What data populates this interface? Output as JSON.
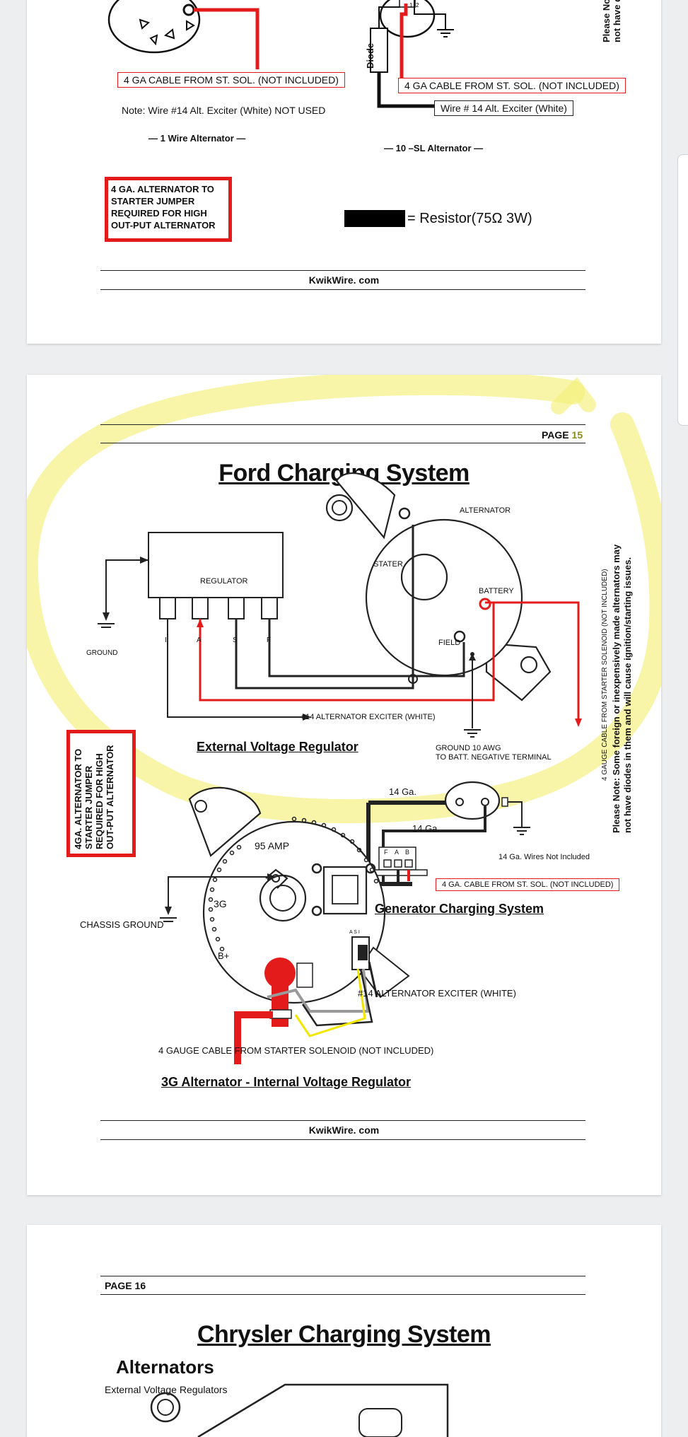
{
  "page14": {
    "alt1_cable_label": "4 GA CABLE FROM ST. SOL. (NOT INCLUDED)",
    "alt1_note": "Note: Wire #14 Alt. Exciter (White) NOT USED",
    "alt1_caption": "— 1 Wire Alternator —",
    "alt10_cable_label": "4 GA CABLE FROM ST. SOL. (NOT INCLUDED)",
    "alt10_exciter_label": "Wire # 14 Alt. Exciter (White)",
    "alt10_caption": "— 10 –SL Alternator —",
    "diode_label": "Diode",
    "terminal_labels": [
      "1",
      "2"
    ],
    "jumper_note": "4 GA. ALTERNATOR TO STARTER JUMPER REQUIRED FOR HIGH OUT-PUT ALTERNATOR",
    "resistor_label": "= Resistor(75Ω 3W)",
    "side_note_line1": "Please No",
    "side_note_line2": "not have d",
    "footer": "KwikWire. com"
  },
  "page15": {
    "page_label": "PAGE",
    "page_number": "15",
    "title": "Ford Charging System",
    "ext": {
      "alternator_label": "ALTERNATOR",
      "stater_label": "STATER",
      "battery_label": "BATTERY",
      "field_label": "FIELD",
      "regulator_label": "REGULATOR",
      "terminals": [
        "I",
        "A",
        "S",
        "F"
      ],
      "ground_label": "GROUND",
      "exciter_label": "#14 ALTERNATOR EXCITER (WHITE)",
      "ground10_line1": "GROUND 10 AWG",
      "ground10_line2": "TO BATT. NEGATIVE TERMINAL",
      "caption": "External Voltage Regulator",
      "vertical_cable_label": "4 GAUGE CABLE FROM STARTER SOLENOID (NOT INCLUDED)"
    },
    "side_note_line1": "Please Note: Some foreign or inexpensively made alternators may",
    "side_note_line2": "not have diodes in them and will cause ignition/starting issues.",
    "jumper_note": "4GA. ALTERNATOR TO STARTER JUMPER REQUIRED FOR HIGH OUT-PUT ALTERNATOR",
    "gen": {
      "wire1_label": "14 Ga.",
      "wire2_label": "14 Ga.",
      "terminals": [
        "F",
        "A",
        "B"
      ],
      "wires_note": "14 Ga. Wires Not Included",
      "cable_label": "4 GA. CABLE FROM ST. SOL. (NOT INCLUDED)",
      "caption": "Generator Charging System"
    },
    "g3": {
      "amp_label": "95 AMP",
      "model_label": "3G",
      "bplus_label": "B+",
      "plug_label": "A S I",
      "chassis_ground": "CHASSIS GROUND",
      "exciter_label": "#14 ALTERNATOR EXCITER (WHITE)",
      "cable_label": "4 GAUGE CABLE FROM STARTER SOLENOID (NOT INCLUDED)",
      "caption": "3G Alternator  - Internal Voltage  Regulator"
    },
    "footer": "KwikWire. com",
    "colors": {
      "highlight": "#f4f07a",
      "wire_red": "#e31b1b",
      "wire_yellow": "#f2e600",
      "wire_gray": "#9a9a9a",
      "wire_black": "#222222"
    }
  },
  "page16": {
    "page_label": "PAGE 16",
    "title": "Chrysler Charging System",
    "subtitle": "Alternators",
    "subtitle2": "External Voltage Regulators"
  }
}
